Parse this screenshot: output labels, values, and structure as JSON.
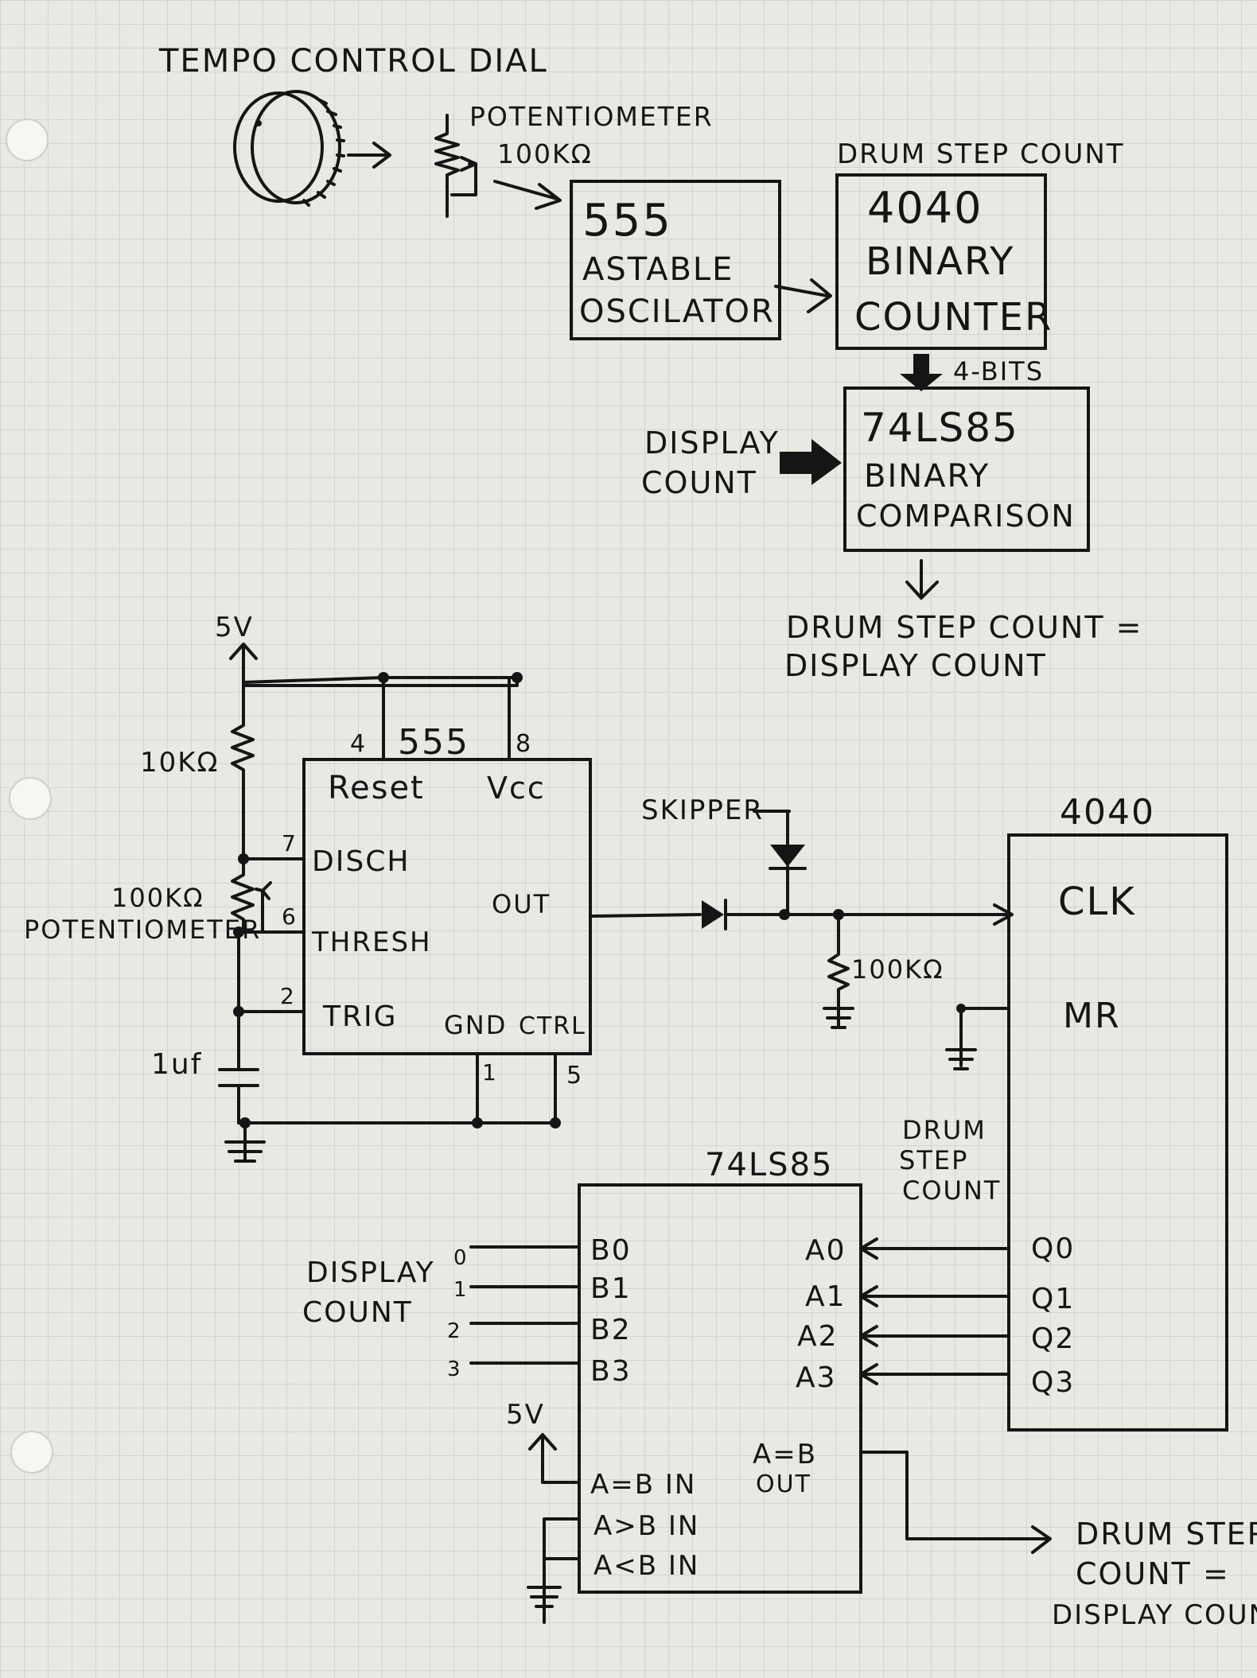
{
  "block_diagram": {
    "dial_label": "TEMPO CONTROL DIAL",
    "pot_label": "POTENTIOMETER",
    "pot_value": "100KΩ",
    "osc_line1": "555",
    "osc_line2": "ASTABLE",
    "osc_line3": "OSCILATOR",
    "counter_heading": "DRUM STEP COUNT",
    "counter_line1": "4040",
    "counter_line2": "BINARY",
    "counter_line3": "COUNTER",
    "bits_label": "4-BITS",
    "display_count_line1": "DISPLAY",
    "display_count_line2": "COUNT",
    "comp_line1": "74LS85",
    "comp_line2": "BINARY",
    "comp_line3": "COMPARISON",
    "result_line1": "DRUM STEP COUNT =",
    "result_line2": "DISPLAY COUNT"
  },
  "timer_circuit": {
    "supply": "5V",
    "r1": "10KΩ",
    "pot_value": "100KΩ",
    "pot_label": "POTENTIOMETER",
    "cap": "1uf",
    "chip": "555",
    "pin_reset": "Reset",
    "pin_vcc": "Vcc",
    "pin_disch": "DISCH",
    "pin_out": "OUT",
    "pin_thresh": "THRESH",
    "pin_trig": "TRIG",
    "pin_gnd": "GND",
    "pin_ctrl": "CTRL",
    "pin4": "4",
    "pin8": "8",
    "pin7": "7",
    "pin6": "6",
    "pin2": "2",
    "pin1": "1",
    "pin5": "5"
  },
  "counter_circuit": {
    "skipper": "SKIPPER",
    "pulldown": "100KΩ",
    "chip": "4040",
    "pin_clk": "CLK",
    "pin_mr": "MR",
    "q_pins": [
      "Q0",
      "Q1",
      "Q2",
      "Q3"
    ]
  },
  "comparator_circuit": {
    "chip": "74LS85",
    "drum_line1": "DRUM",
    "drum_line2": "STEP",
    "drum_line3": "COUNT",
    "display_line1": "DISPLAY",
    "display_line2": "COUNT",
    "b_pins": [
      "B0",
      "B1",
      "B2",
      "B3"
    ],
    "a_pins": [
      "A0",
      "A1",
      "A2",
      "A3"
    ],
    "bit_nums": [
      "0",
      "1",
      "2",
      "3"
    ],
    "supply": "5V",
    "eq_in": "A=B IN",
    "gt_in": "A>B IN",
    "lt_in": "A<B IN",
    "eq_out_line1": "A=B",
    "eq_out_line2": "OUT",
    "result_line1": "DRUM STEP",
    "result_line2": "COUNT =",
    "result_line3": "DISPLAY COUNT"
  }
}
